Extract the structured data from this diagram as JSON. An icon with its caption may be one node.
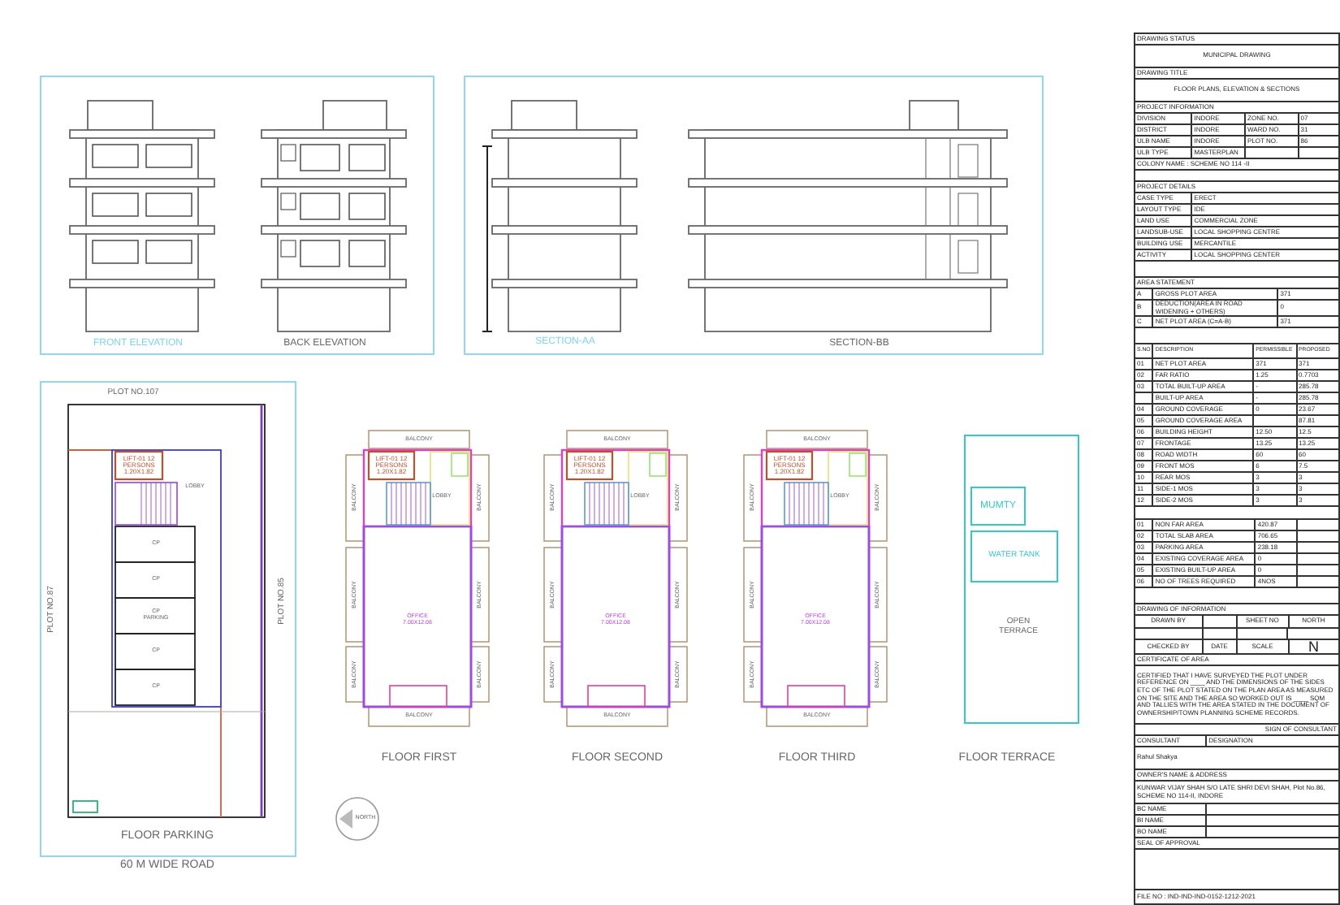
{
  "diagram": {
    "labels": [
      "FRONT ELEVATION",
      "BACK ELEVATION",
      "SECTION-AA",
      "SECTION-BB",
      "PLOT NO.107",
      "PLOT NO.87",
      "PLOT NO.85",
      "LIFT-01 12 PERSONS 1.20X1.82",
      "LOBBY",
      "CP",
      "CP",
      "CP PARKING",
      "CP",
      "CP",
      "FLOOR PARKING",
      "60 M WIDE ROAD",
      "NORTH",
      "BALCONY",
      "BALCONY",
      "BALCONY",
      "BALCONY",
      "BALCONY",
      "BALCONY",
      "BALCONY",
      "BALCONY",
      "LIFT-01 12 PERSONS 1.20X1.82",
      "LOBBY",
      "OFFICE 7.00X12.08",
      "FLOOR FIRST",
      "BALCONY",
      "BALCONY",
      "BALCONY",
      "BALCONY",
      "BALCONY",
      "BALCONY",
      "BALCONY",
      "BALCONY",
      "LIFT-01 12 PERSONS 1.20X1.82",
      "LOBBY",
      "OFFICE 7.00X12.08",
      "FLOOR SECOND",
      "BALCONY",
      "BALCONY",
      "BALCONY",
      "BALCONY",
      "BALCONY",
      "BALCONY",
      "BALCONY",
      "BALCONY",
      "LIFT-01 12 PERSONS 1.20X1.82",
      "LOBBY",
      "OFFICE 7.00X12.08",
      "FLOOR THIRD",
      "MUMTY",
      "WATER TANK",
      "OPEN TERRACE",
      "FLOOR TERRACE",
      "DRAWING STATUS",
      "MUNICIPAL DRAWING",
      "DRAWING TITLE",
      "FLOOR PLANS, ELEVATION & SECTIONS",
      "PROJECT INFORMATION",
      "DIVISION",
      "INDORE",
      "ZONE NO.",
      "07",
      "DISTRICT",
      "INDORE",
      "WARD NO.",
      "31",
      "ULB NAME",
      "INDORE",
      "PLOT NO.",
      "86",
      "ULB TYPE",
      "MASTERPLAN",
      "COLONY NAME : SCHEME NO 114 -II",
      "PROJECT DETAILS",
      "CASE TYPE",
      "ERECT",
      "LAYOUT TYPE",
      "IDE",
      "LAND USE",
      "COMMERCIAL ZONE",
      "LANDSUB-USE",
      "LOCAL SHOPPING CENTRE",
      "BUILDING USE",
      "MERCANTILE",
      "ACTIVITY",
      "LOCAL SHOPPING CENTER",
      "AREA STATEMENT",
      "A",
      "GROSS PLOT AREA",
      "371",
      "B",
      "DEDUCTION(AREA IN ROAD WIDENING + OTHERS)",
      "0",
      "C",
      "NET PLOT AREA (C=A-B)",
      "371",
      "S.NO",
      "DESCRIPTION",
      "PERMISSIBLE",
      "PROPOSED",
      "01",
      "NET PLOT AREA",
      "371",
      "371",
      "02",
      "FAR RATIO",
      "1.25",
      "0.7703",
      "03",
      "TOTAL BUILT-UP AREA",
      "-",
      "285.78",
      "BUILT-UP AREA",
      "-",
      "285.78",
      "04",
      "GROUND COVERAGE",
      "0",
      "23.67",
      "05",
      "GROUND COVERAGE AREA",
      "87.81",
      "06",
      "BUILDING HEIGHT",
      "12.50",
      "12.5",
      "07",
      "FRONTAGE",
      "13.25",
      "13.25",
      "08",
      "ROAD WIDTH",
      "60",
      "60",
      "09",
      "FRONT MOS",
      "6",
      "7.5",
      "10",
      "REAR MOS",
      "3",
      "3",
      "11",
      "SIDE-1 MOS",
      "3",
      "3",
      "12",
      "SIDE-2 MOS",
      "3",
      "3",
      "01",
      "NON FAR AREA",
      "420.87",
      "02",
      "TOTAL SLAB AREA",
      "706.65",
      "03",
      "PARKING AREA",
      "238.18",
      "04",
      "EXISTING COVERAGE AREA",
      "0",
      "05",
      "EXISTING BUILT-UP AREA",
      "0",
      "06",
      "NO OF TREES REQUIRED",
      "4NOS",
      "DRAWING OF INFORMATION",
      "DRAWN BY",
      "SHEET NO",
      "NORTH",
      "CHECKED BY",
      "DATE",
      "SCALE",
      "N",
      "CERTIFICATE OF AREA",
      "CERTIFIED THAT I HAVE SURVEYED THE PLOT UNDER REFERENCE ON ____ AND THE DIMENSIONS OF THE SIDES ETC OF THE PLOT STATED ON THE PLAN AREA AS MEASURED ON THE SITE AND THE AREA SO WORKED OUT IS ____ SQM AND TALLIES WITH THE AREA STATED IN THE DOCUMENT OF OWNERSHIP/TOWN PLANNING SCHEME RECORDS.",
      "SIGN OF CONSULTANT",
      "CONSULTANT",
      "DESIGNATION",
      "Rahul Shakya",
      "OWNER'S NAME & ADDRESS",
      "KUNWAR VIJAY SHAH S/O LATE SHRI DEVI SHAH, Plot No.86, SCHEME NO 114-II, INDORE",
      "BC NAME",
      "BI NAME",
      "BO NAME",
      "SEAL OF APPROVAL",
      "FILE NO : IND-IND-IND-0152-1212-2021"
    ]
  }
}
